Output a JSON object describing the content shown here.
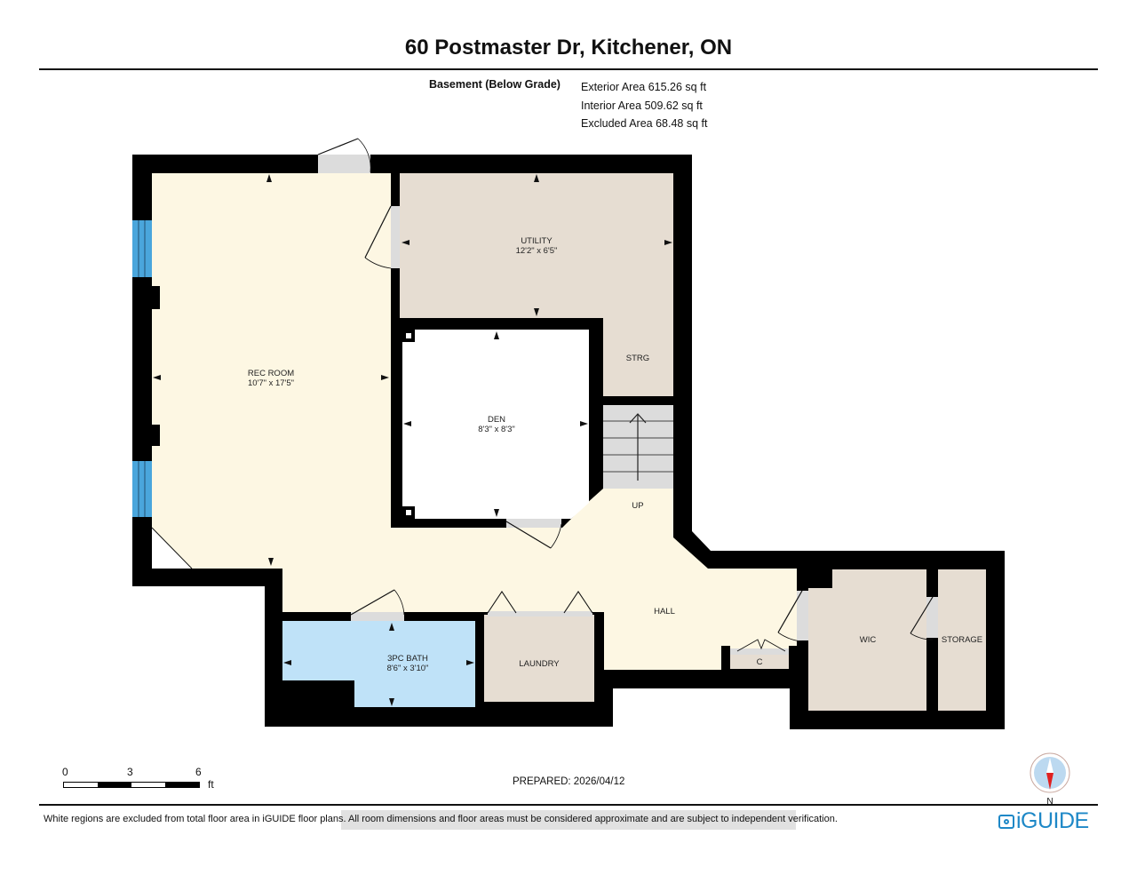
{
  "header": {
    "title": "60 Postmaster Dr, Kitchener, ON",
    "level_label": "Basement (Below Grade)",
    "areas": [
      "Exterior Area 615.26 sq ft",
      "Interior Area 509.62 sq ft",
      "Excluded Area 68.48 sq ft"
    ]
  },
  "rooms": {
    "rec_room": {
      "name": "REC ROOM",
      "dims": "10'7\" x 17'5\""
    },
    "utility": {
      "name": "UTILITY",
      "dims": "12'2\" x 6'5\""
    },
    "strg": {
      "name": "STRG"
    },
    "den": {
      "name": "DEN",
      "dims": "8'3\" x 8'3\""
    },
    "stairs": {
      "name": "UP"
    },
    "hall": {
      "name": "HALL"
    },
    "bath": {
      "name": "3PC BATH",
      "dims": "8'6\" x 3'10\""
    },
    "laundry": {
      "name": "LAUNDRY"
    },
    "closet": {
      "name": "C"
    },
    "wic": {
      "name": "WIC"
    },
    "storage": {
      "name": "STORAGE"
    }
  },
  "colors": {
    "wall": "#000000",
    "rec_hall": "#fdf7e3",
    "utility": "#e6ddd2",
    "bath": "#bfe2f8",
    "window": "#4aa6dc",
    "door_opening": "#dcdcdc",
    "logo": "#1e88c7",
    "compass_needle": "#e02020",
    "compass_bg": "#bcd9f0"
  },
  "scale_bar": {
    "ticks": [
      "0",
      "3",
      "6"
    ],
    "unit": "ft"
  },
  "footer": {
    "prepared": "PREPARED: 2026/04/12",
    "disclaimer": "White regions are excluded from total floor area in iGUIDE floor plans. All room dimensions and floor areas must be considered approximate and are subject to independent verification.",
    "logo": "iGUIDE",
    "compass_label": "N"
  }
}
